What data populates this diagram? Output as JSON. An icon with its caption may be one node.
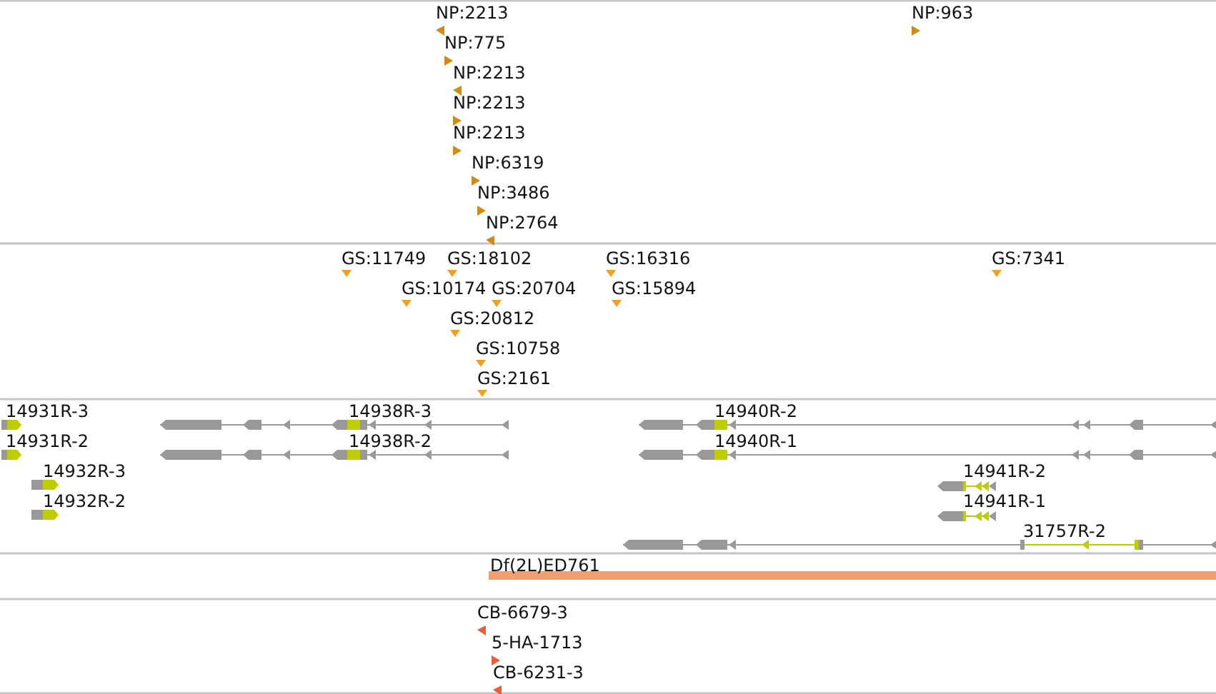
{
  "diagram": {
    "labels": [
      "NP:2213",
      "NP:963",
      "NP:775",
      "NP:2213",
      "NP:2213",
      "NP:2213",
      "NP:6319",
      "NP:3486",
      "NP:2764",
      "GS:11749",
      "GS:18102",
      "GS:16316",
      "GS:7341",
      "GS:10174",
      "GS:20704",
      "GS:15894",
      "GS:20812",
      "GS:10758",
      "GS:2161",
      "14931R-3",
      "14938R-3",
      "14940R-2",
      "14931R-2",
      "14938R-2",
      "14940R-1",
      "14932R-3",
      "14941R-2",
      "14932R-2",
      "14941R-1",
      "31757R-2",
      "Df(2L)ED761",
      "CB-6679-3",
      "5-HA-1713",
      "CB-6231-3"
    ]
  }
}
